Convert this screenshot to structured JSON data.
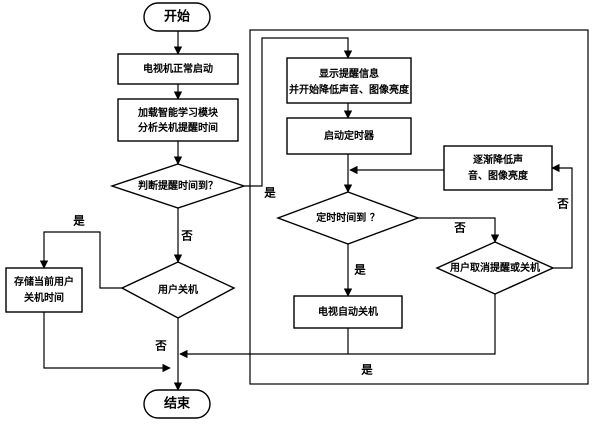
{
  "nodes": {
    "start": "开始",
    "tv_start": "电视机正常启动",
    "load_line1": "加载智能学习模块",
    "load_line2": "分析关机提醒时间",
    "judge_time": "判断提醒时间到？",
    "user_off_left": "用户关机",
    "store_line1": "存储当前用户",
    "store_line2": "关机时间",
    "end": "结束",
    "show_line1": "显示提醒信息",
    "show_line2": "并开始降低声音、图像亮度",
    "start_timer": "启动定时器",
    "timer_up": "定时时间到 ？",
    "tv_auto_off": "电视自动关机",
    "user_cancel": "用户取消提醒或关机",
    "delay_line1": "逐渐降低声",
    "delay_line2": "音、图像亮度"
  },
  "labels": {
    "yes_judge": "是",
    "no_judge": "否",
    "yes_user": "是",
    "no_user": "否",
    "yes_timer": "是",
    "no_timer": "否",
    "no_cancel": "否",
    "yes_cancel": "是"
  }
}
